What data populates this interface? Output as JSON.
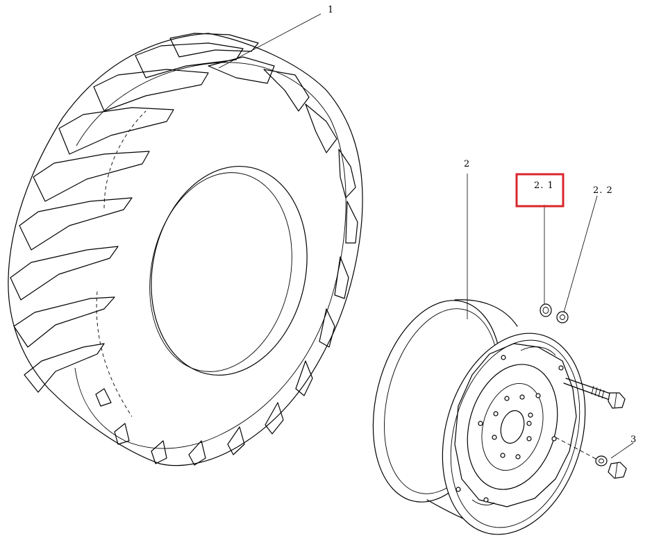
{
  "callouts": {
    "c1": "1",
    "c2": "2",
    "c21": "2. 1",
    "c22": "2. 2",
    "c3": "3"
  },
  "highlight_color": "#d9262b"
}
